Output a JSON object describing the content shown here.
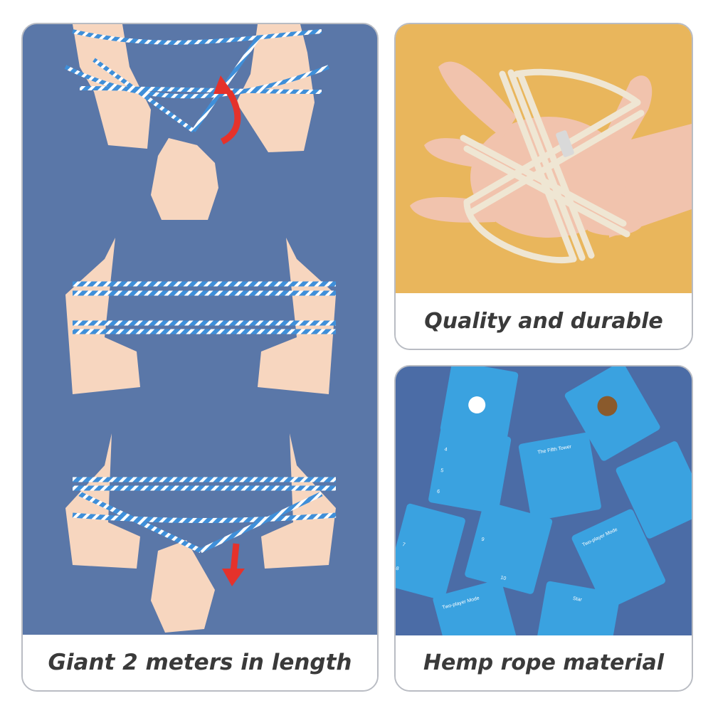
{
  "panels": {
    "left": {
      "caption": "Giant 2 meters in length"
    },
    "top_right": {
      "caption": "Quality and durable"
    },
    "bottom_right": {
      "caption": "Hemp rope material",
      "card_titles": {
        "fifth": "The Fifth Tower",
        "two_player_a": "Two-player Mode",
        "two_player_b": "Two-player Mode",
        "star": "Star"
      },
      "card_numbers": {
        "a": "4",
        "b": "5",
        "c": "6",
        "d": "7",
        "e": "8",
        "f": "9",
        "g": "10"
      }
    }
  },
  "colors": {
    "left_bg": "#5a77a8",
    "rope_blue": "#3f8fd9",
    "hand": "#f7d6bf",
    "arrow_red": "#e5322b",
    "tr_bg": "#e9b65c",
    "cream_rope": "#efe6d3",
    "br_bg": "#4b6ca6",
    "card_blue": "#3aa2e0"
  },
  "icons": [
    "string-game-hands-illustration",
    "hand-holding-rope-photo",
    "instruction-cards-photo",
    "curved-arrow-icon",
    "down-arrow-icon"
  ]
}
